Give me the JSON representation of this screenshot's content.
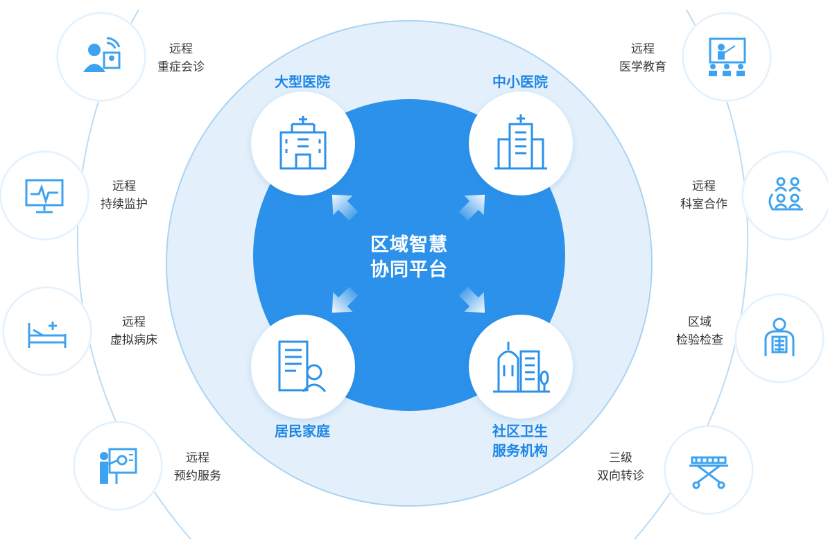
{
  "center": {
    "line1": "区域智慧",
    "line2": "协同平台"
  },
  "institutions": {
    "top_left": {
      "line1": "大型医院",
      "icon": "large-hospital-icon"
    },
    "top_right": {
      "line1": "中小医院",
      "icon": "small-hospital-icon"
    },
    "bottom_left": {
      "line1": "居民家庭",
      "icon": "resident-family-icon"
    },
    "bottom_right": {
      "line1": "社区卫生",
      "line2": "服务机构",
      "icon": "community-health-icon"
    }
  },
  "left_services": [
    {
      "line1": "远程",
      "line2": "重症会诊",
      "icon": "remote-consultation-icon"
    },
    {
      "line1": "远程",
      "line2": "持续监护",
      "icon": "monitor-icon"
    },
    {
      "line1": "远程",
      "line2": "虚拟病床",
      "icon": "bed-icon"
    },
    {
      "line1": "远程",
      "line2": "预约服务",
      "icon": "presentation-icon"
    }
  ],
  "right_services": [
    {
      "line1": "远程",
      "line2": "医学教育",
      "icon": "classroom-icon"
    },
    {
      "line1": "远程",
      "line2": "科室合作",
      "icon": "team-icon"
    },
    {
      "line1": "区域",
      "line2": "检验检查",
      "icon": "xray-icon"
    },
    {
      "line1": "三级",
      "line2": "双向转诊",
      "icon": "stretcher-icon"
    }
  ],
  "colors": {
    "primary": "#2b91ea",
    "outer_ring": "#e3f0fb",
    "icon_blue": "#3da3f0",
    "label_blue": "#1d86e5"
  }
}
